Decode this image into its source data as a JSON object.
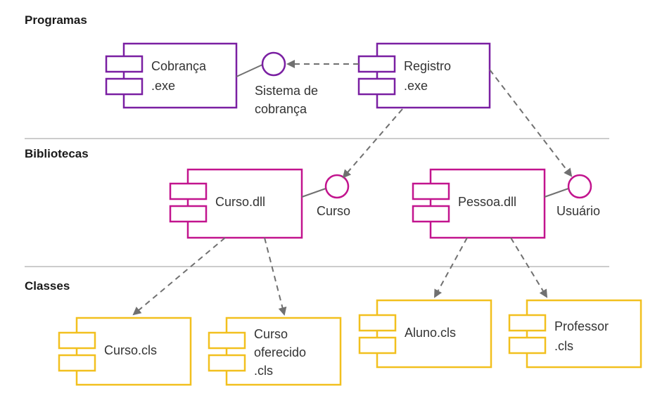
{
  "colors": {
    "programs": "#7a1fa2",
    "libraries": "#c2148e",
    "classes": "#f2c01e",
    "arrow": "#707070",
    "divider": "#cccccc"
  },
  "sections": {
    "programs": "Programas",
    "libraries": "Bibliotecas",
    "classes": "Classes"
  },
  "components": {
    "cobranca": [
      "Cobrança",
      ".exe"
    ],
    "registro": [
      "Registro",
      ".exe"
    ],
    "curso_dll": [
      "Curso.dll"
    ],
    "pessoa_dll": [
      "Pessoa.dll"
    ],
    "curso_cls": [
      "Curso.cls"
    ],
    "curso_oferecido": [
      "Curso",
      "oferecido",
      ".cls"
    ],
    "aluno": [
      "Aluno.cls"
    ],
    "professor": [
      "Professor",
      ".cls"
    ]
  },
  "interfaces": {
    "sistema_cobranca": [
      "Sistema de",
      "cobrança"
    ],
    "curso": [
      "Curso"
    ],
    "usuario": [
      "Usuário"
    ]
  }
}
